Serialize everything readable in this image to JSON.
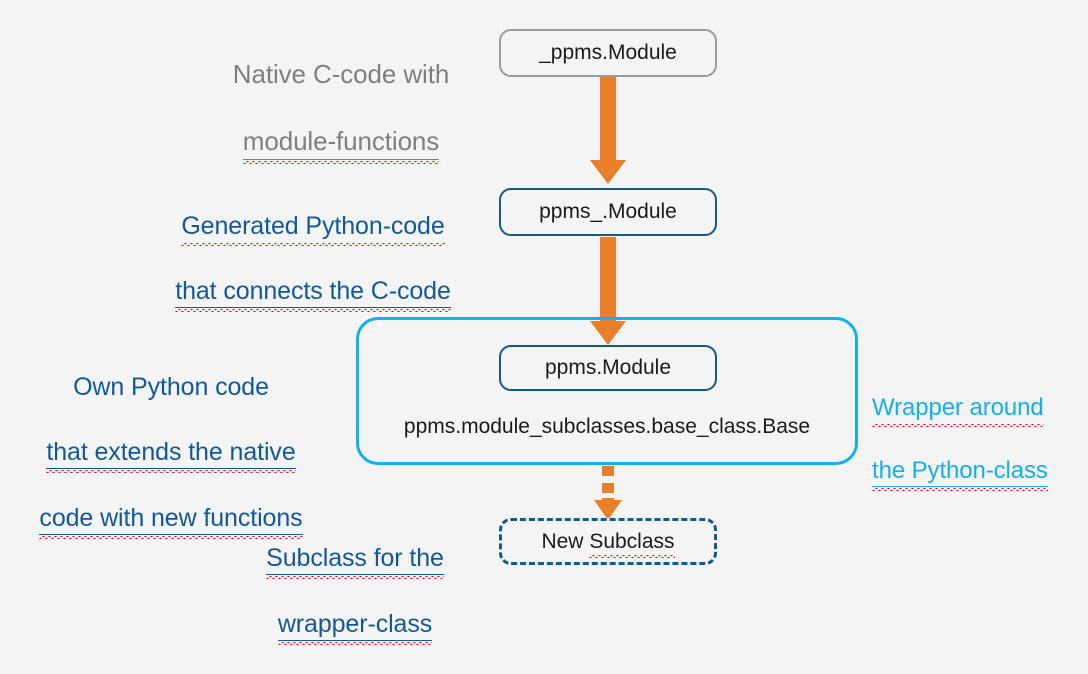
{
  "diagram": {
    "title": "PPMS module wrapper architecture",
    "background_color": "#f4f4f4",
    "colors": {
      "arrow_orange": "#e8802b",
      "border_gray": "#9a9a9a",
      "border_blue": "#12598f",
      "wrapper_cyan": "#12b0f0",
      "label_gray": "#7f7f7f",
      "label_blue": "#11599f",
      "label_cyan": "#12b0f0",
      "node_text": "#1a1a1a",
      "spellcheck_red": "#e81123"
    }
  },
  "labels": {
    "native_c_code": {
      "line1": "Native C-code with",
      "line2": "module-functions",
      "style": "gray"
    },
    "generated_python": {
      "line1": "Generated Python-code",
      "line2": "that connects the C-code",
      "style": "blue"
    },
    "own_python": {
      "line1": "Own Python code",
      "line2": "that extends the native",
      "line3": "code with new functions",
      "style": "blue"
    },
    "wrapper_note": {
      "line1": "Wrapper around",
      "line2": "the Python-class",
      "style": "cyan"
    },
    "subclass_note": {
      "line1": "Subclass for the",
      "line2": "wrapper-class",
      "style": "blue"
    }
  },
  "nodes": {
    "native_module": {
      "text": "_ppms.Module",
      "border": "solid-gray"
    },
    "generated_module": {
      "text": "ppms_.Module",
      "border": "solid-blue"
    },
    "wrapper_module": {
      "text": "ppms.Module",
      "border": "solid-blue"
    },
    "base_class_path": {
      "text": "ppms.module_subclasses.base_class.Base"
    },
    "new_subclass": {
      "text": "New Subclass",
      "border": "dashed-blue"
    }
  },
  "connectors": {
    "native_to_generated": {
      "style": "solid",
      "color": "#e8802b",
      "direction": "down"
    },
    "generated_to_wrapper": {
      "style": "solid",
      "color": "#e8802b",
      "direction": "down"
    },
    "wrapper_to_subclass": {
      "style": "dotted",
      "color": "#e8802b",
      "direction": "down"
    }
  }
}
